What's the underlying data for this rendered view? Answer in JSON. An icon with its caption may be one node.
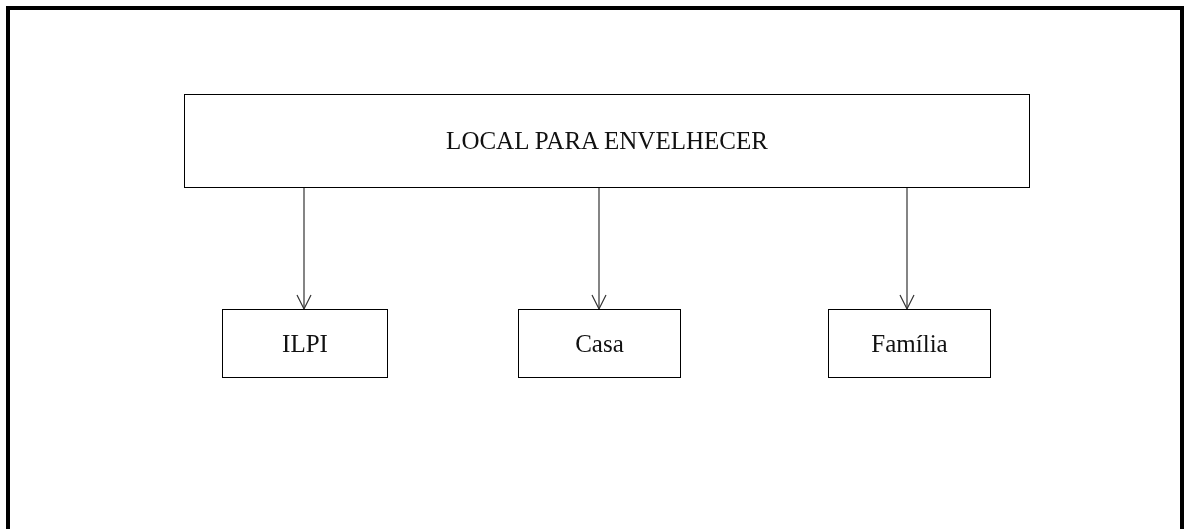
{
  "diagram": {
    "nodes": [
      {
        "text": [
          "LOCAL PARA ENVELHECER"
        ]
      },
      {
        "text": [
          "ILPI"
        ]
      },
      {
        "text": [
          "Casa"
        ]
      },
      {
        "text": [
          "Família"
        ]
      }
    ],
    "edges": [
      {
        "from": 0,
        "to": 1,
        "arrow": "to"
      },
      {
        "from": 0,
        "to": 2,
        "arrow": "to"
      },
      {
        "from": 0,
        "to": 3,
        "arrow": "to"
      }
    ]
  }
}
